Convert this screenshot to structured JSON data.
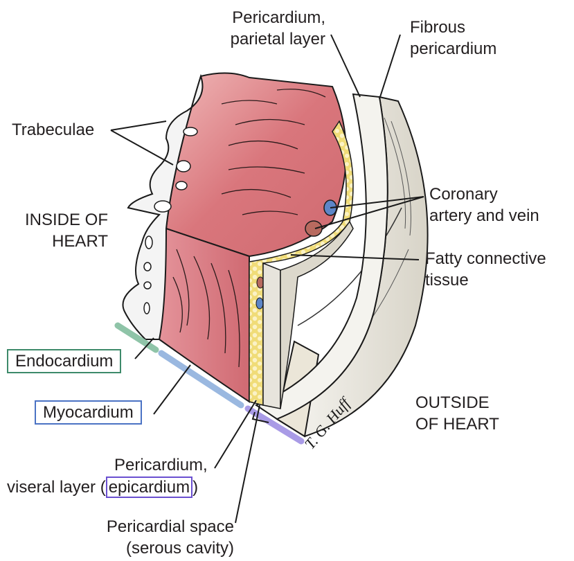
{
  "title": "Layers of the heart wall",
  "labels": {
    "pericardium_parietal": [
      "Pericardium,",
      "parietal layer"
    ],
    "fibrous_pericardium": [
      "Fibrous",
      "pericardium"
    ],
    "trabeculae": "Trabeculae",
    "inside_of_heart": [
      "INSIDE OF",
      "HEART"
    ],
    "coronary": [
      "Coronary",
      "artery and vein"
    ],
    "fatty_tissue": [
      "Fatty connective",
      "tissue"
    ],
    "endocardium": "Endocardium",
    "myocardium": "Myocardium",
    "outside_of_heart": [
      "OUTSIDE",
      "OF HEART"
    ],
    "pericardium_visceral": {
      "line1": "Pericardium,",
      "prefix": "viseral layer (",
      "highlight": "epicardium",
      "suffix": ")"
    },
    "pericardial_space": [
      "Pericardial space",
      "(serous cavity)"
    ],
    "signature": "T. G. Huff"
  },
  "highlights": {
    "endocardium": "#3d8a6a",
    "myocardium": "#4a72c4",
    "epicardium": "#6a4fd0",
    "endocardium_bar": "#8fc4a8",
    "myocardium_bar": "#9ab8e0",
    "epicardium_bar": "#a99be6"
  },
  "tissue_colors": {
    "muscle": "#d9767c",
    "fat": "#f3e08a",
    "serous": "#e2dfd6",
    "fibrous": "#ece8dc",
    "artery": "#b86a5f",
    "vein": "#5d86c8"
  }
}
